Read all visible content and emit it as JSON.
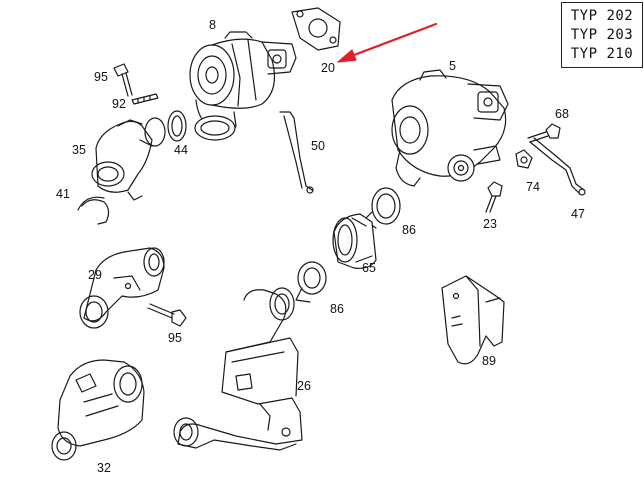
{
  "typ_box": {
    "lines": [
      "TYP 202",
      "TYP 203",
      "TYP 210"
    ]
  },
  "parts": {
    "p8": "8",
    "p20": "20",
    "p5": "5",
    "p95a": "95",
    "p92": "92",
    "p35": "35",
    "p44": "44",
    "p50": "50",
    "p68": "68",
    "p41": "41",
    "p74": "74",
    "p23": "23",
    "p47": "47",
    "p86a": "86",
    "p29": "29",
    "p65": "65",
    "p86b": "86",
    "p95b": "95",
    "p89": "89",
    "p26": "26",
    "p32": "32"
  },
  "colors": {
    "line": "#1a1a1a",
    "arrow": "#e0202a",
    "paper": "#ffffff"
  }
}
